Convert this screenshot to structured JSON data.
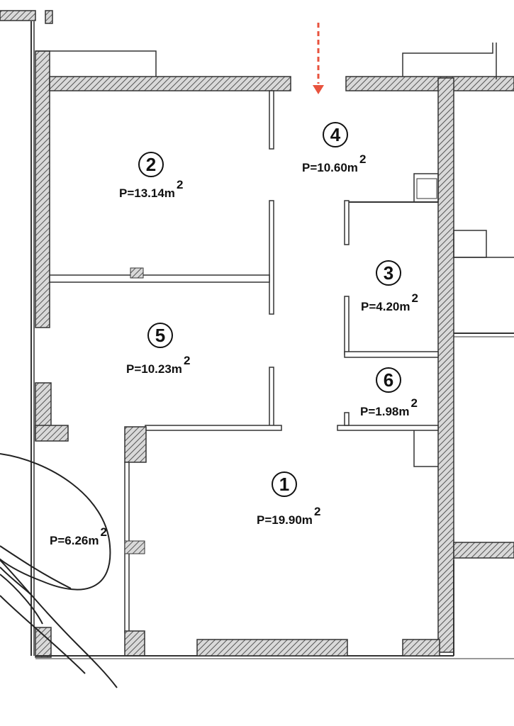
{
  "rooms": [
    {
      "id": "1",
      "number": "1",
      "area_prefix": "P=19.90m",
      "area_exp": "2"
    },
    {
      "id": "2",
      "number": "2",
      "area_prefix": "P=13.14m",
      "area_exp": "2"
    },
    {
      "id": "3",
      "number": "3",
      "area_prefix": "P=4.20m",
      "area_exp": "2"
    },
    {
      "id": "4",
      "number": "4",
      "area_prefix": "P=10.60m",
      "area_exp": "2"
    },
    {
      "id": "5",
      "number": "5",
      "area_prefix": "P=10.23m",
      "area_exp": "2"
    },
    {
      "id": "6",
      "number": "6",
      "area_prefix": "P=1.98m",
      "area_exp": "2"
    },
    {
      "id": "balcony",
      "number": "",
      "area_prefix": "P=6.26m",
      "area_exp": "2"
    }
  ],
  "colors": {
    "wall": "#3a3a3a",
    "hatch": "#555555",
    "paper": "#ffffff",
    "entry_arrow": "#e8533e",
    "ink": "#111111"
  },
  "icons": {
    "entry": "entry-arrow-icon"
  }
}
